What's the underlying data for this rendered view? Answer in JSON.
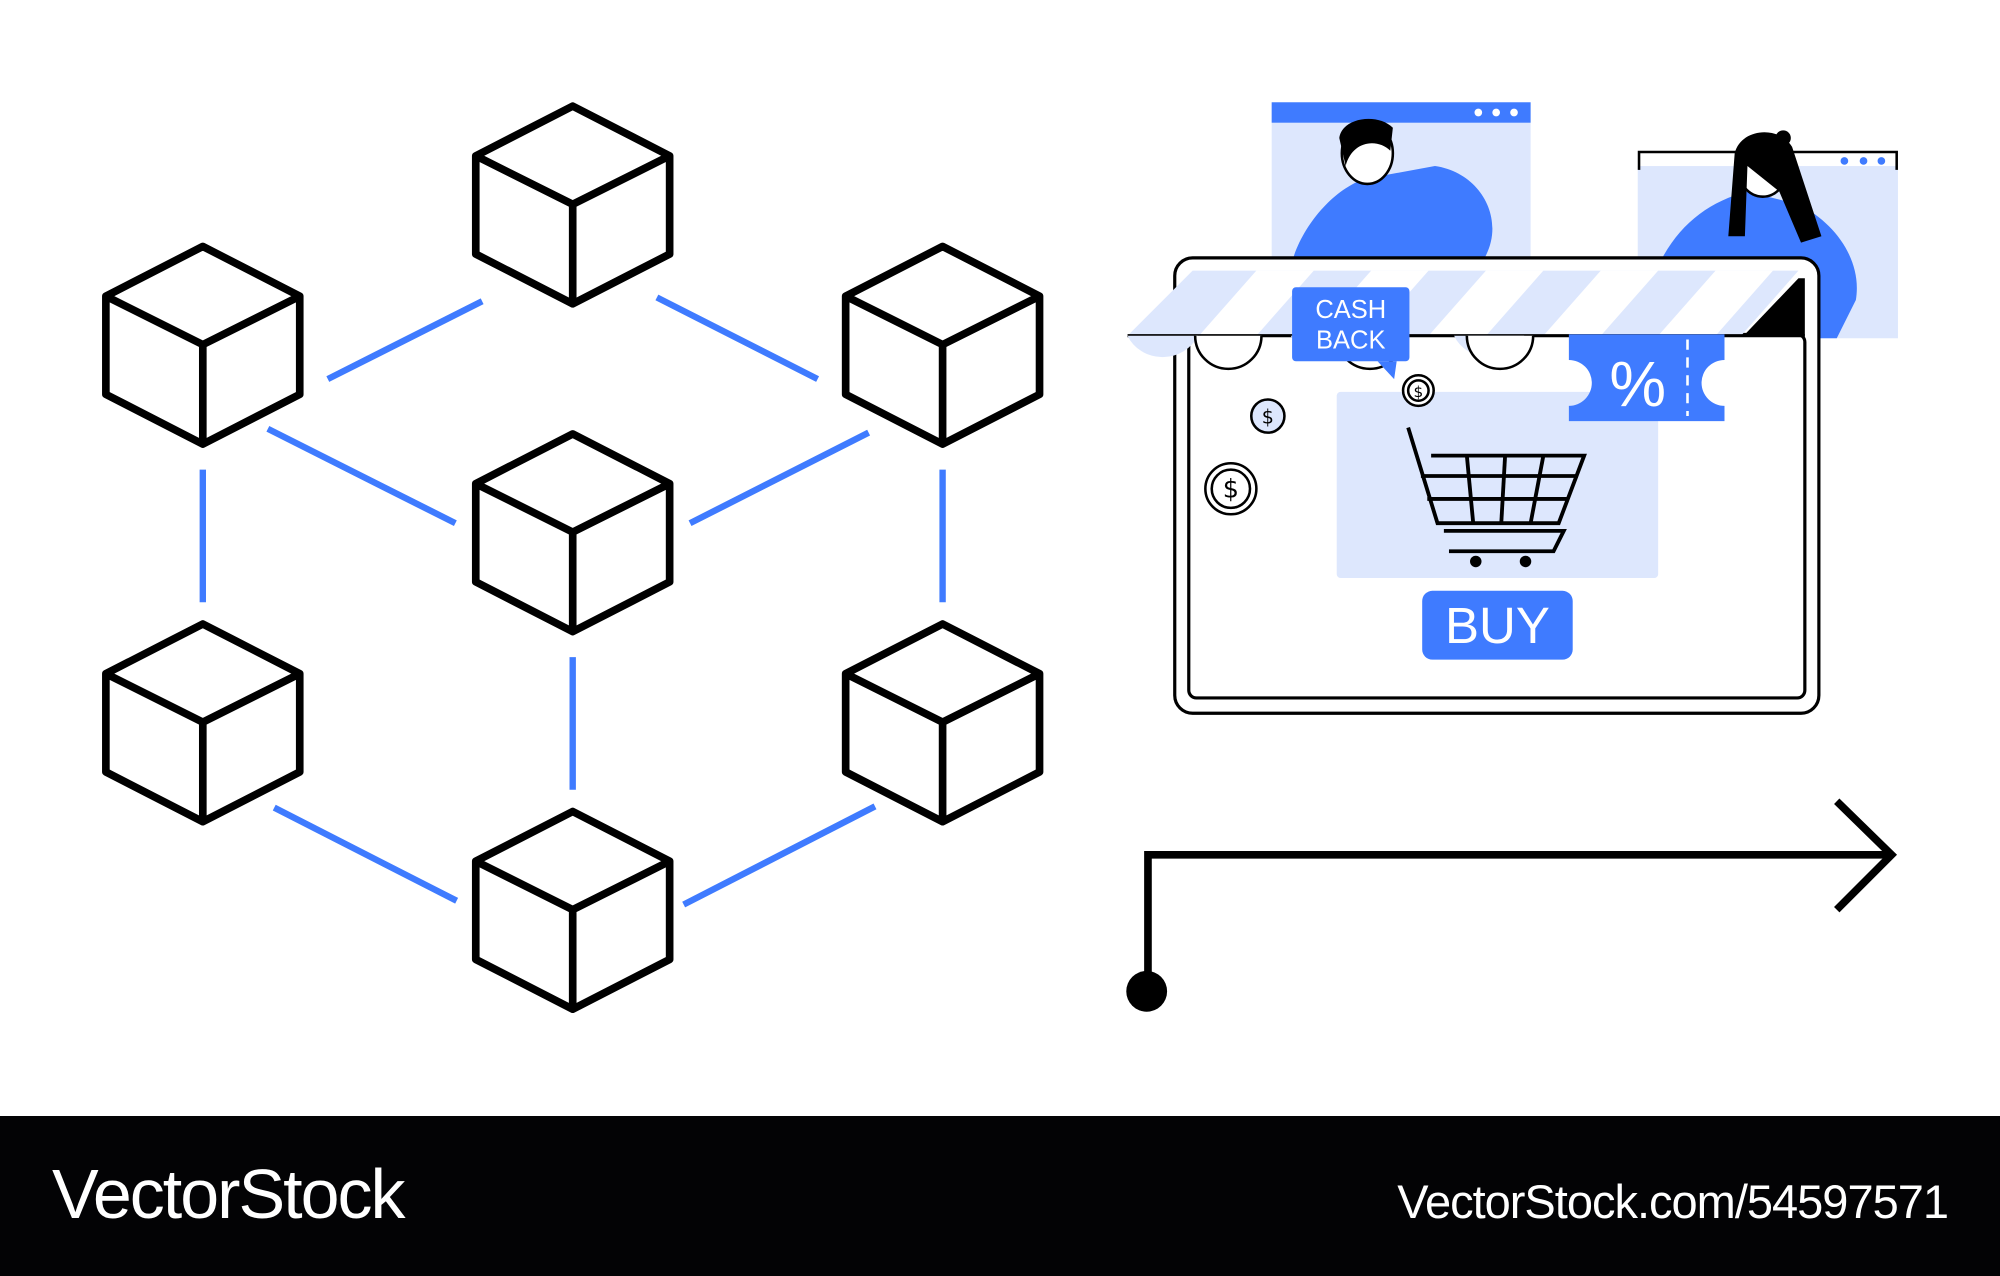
{
  "illustration": {
    "cashback_line1": "CASH",
    "cashback_line2": "BACK",
    "buy_label": "BUY",
    "coupon_symbol": "%",
    "accent_color": "#3f7bff",
    "light_color": "#dde7fd"
  },
  "footer": {
    "brand": "VectorStock",
    "url": "VectorStock.com/54597571"
  }
}
